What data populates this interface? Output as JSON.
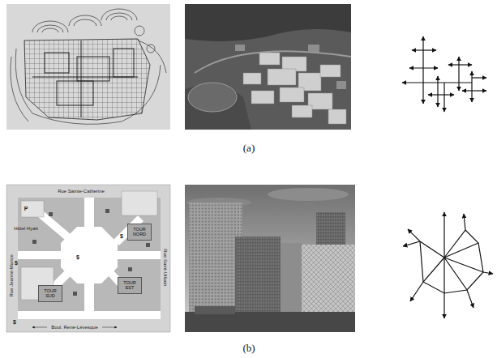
{
  "diagram": {
    "nodes": [
      {
        "text": [
          "TOUR NORD"
        ]
      },
      {
        "text": [
          "TOUR EST"
        ]
      },
      {
        "text": [
          "TOUR SUD"
        ]
      }
    ],
    "labels": [
      "(a)",
      "(b)",
      "Rue Sainte-Catherine",
      "Hôtel Hyatt",
      "Rue Jeanne-Mance",
      "Rue Saint-Urbain",
      "Boul. René-Lévesque",
      "$",
      "$",
      "$",
      "$",
      "P"
    ]
  }
}
